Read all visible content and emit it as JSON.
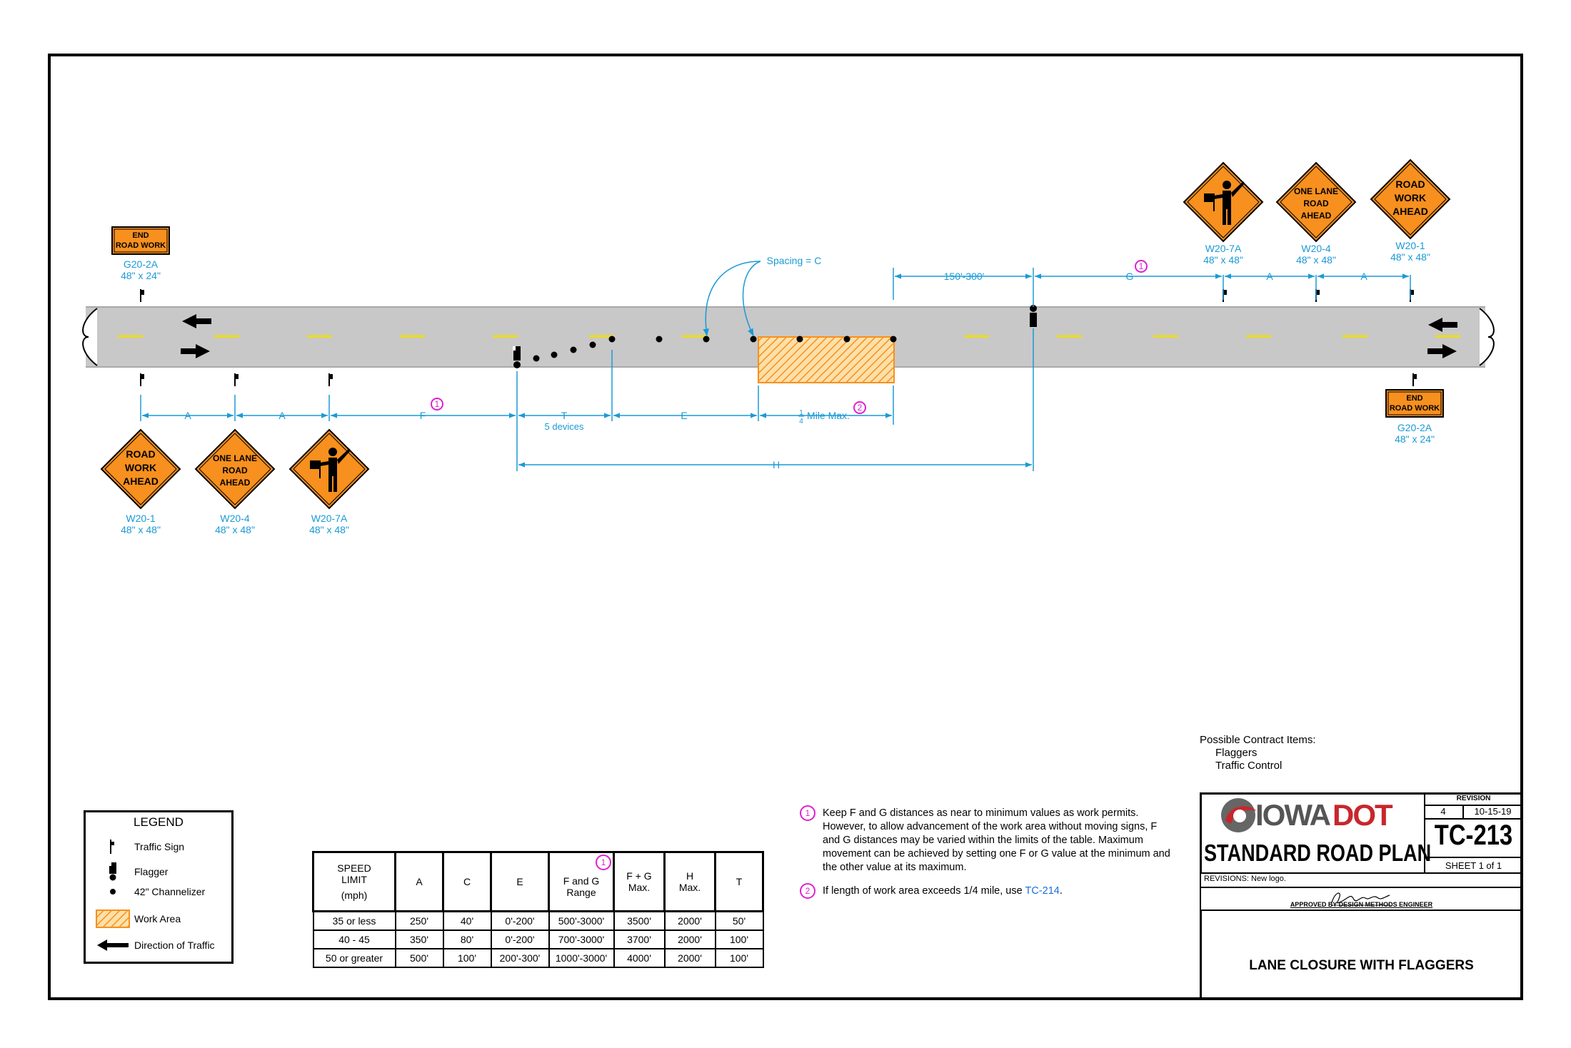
{
  "signs": {
    "left_end": {
      "text": [
        "END",
        "ROAD WORK"
      ],
      "code": "G20-2A",
      "size": "48\" x 24\""
    },
    "right_end": {
      "text": [
        "END",
        "ROAD WORK"
      ],
      "code": "G20-2A",
      "size": "48\" x 24\""
    },
    "bottom_road_work": {
      "text": [
        "ROAD",
        "WORK",
        "AHEAD"
      ],
      "code": "W20-1",
      "size": "48\" x 48\""
    },
    "bottom_one_lane": {
      "text": [
        "ONE LANE",
        "ROAD",
        "AHEAD"
      ],
      "code": "W20-4",
      "size": "48\" x 48\""
    },
    "bottom_flagger": {
      "code": "W20-7A",
      "size": "48\" x 48\""
    },
    "top_flagger": {
      "code": "W20-7A",
      "size": "48\" x 48\""
    },
    "top_one_lane": {
      "text": [
        "ONE LANE",
        "ROAD",
        "AHEAD"
      ],
      "code": "W20-4",
      "size": "48\" x 48\""
    },
    "top_road_work": {
      "text": [
        "ROAD",
        "WORK",
        "AHEAD"
      ],
      "code": "W20-1",
      "size": "48\" x 48\""
    }
  },
  "dimensions": {
    "a": "A",
    "f": "F",
    "t": "T",
    "t_sub": "5 devices",
    "e": "E",
    "quarter_mile_num": "1",
    "quarter_mile_den": "4",
    "quarter_mile": "Mile Max.",
    "h": "H",
    "spacing": "Spacing = C",
    "range": "150'-300'",
    "g": "G"
  },
  "note_markers": {
    "one": "1",
    "two": "2"
  },
  "legend": {
    "title": "LEGEND",
    "items": [
      "Traffic Sign",
      "Flagger",
      "42\" Channelizer",
      "Work Area",
      "Direction of Traffic"
    ]
  },
  "table": {
    "headers": [
      [
        "SPEED",
        "LIMIT",
        "(mph)"
      ],
      [
        "A"
      ],
      [
        "C"
      ],
      [
        "E"
      ],
      [
        "F and G",
        "Range"
      ],
      [
        "F + G",
        "Max."
      ],
      [
        "H",
        "Max."
      ],
      [
        "T"
      ]
    ],
    "rows": [
      [
        "35 or less",
        "250'",
        "40'",
        "0'-200'",
        "500'-3000'",
        "3500'",
        "2000'",
        "50'"
      ],
      [
        "40 - 45",
        "350'",
        "80'",
        "0'-200'",
        "700'-3000'",
        "3700'",
        "2000'",
        "100'"
      ],
      [
        "50 or greater",
        "500'",
        "100'",
        "200'-300'",
        "1000'-3000'",
        "4000'",
        "2000'",
        "100'"
      ]
    ]
  },
  "notes": {
    "note1": "Keep F and G distances as near to minimum values as work permits. However, to allow advancement of the work area without moving signs, F and G distances may be varied within the limits of the table. Maximum movement can be achieved by setting one F or G value at the minimum and the other value at its maximum.",
    "note2_pre": "If length of work area exceeds 1/4 mile, use",
    "note2_link": "TC-214",
    "note2_post": "."
  },
  "contract": {
    "title": "Possible Contract Items:",
    "items": [
      "Flaggers",
      "Traffic Control"
    ]
  },
  "title_block": {
    "logo": "IOWADOT",
    "logo_a": "IOWA",
    "logo_b": "DOT",
    "plan_title": "STANDARD ROAD PLAN",
    "revision_label": "REVISION",
    "revision_num": "4",
    "revision_date": "10-15-19",
    "plan_number": "TC-213",
    "sheet": "SHEET 1 of 1",
    "revisions_text": "REVISIONS: New logo.",
    "approved": "APPROVED BY DESIGN METHODS ENGINEER",
    "drawing_title": "LANE CLOSURE WITH FLAGGERS"
  },
  "colors": {
    "sign_orange": "#f7901e",
    "dimension_blue": "#1a9ad6",
    "road_gray": "#c8c8c8",
    "lane_yellow": "#f0e000",
    "note_magenta": "#e020d0",
    "logo_red": "#c8262c"
  }
}
